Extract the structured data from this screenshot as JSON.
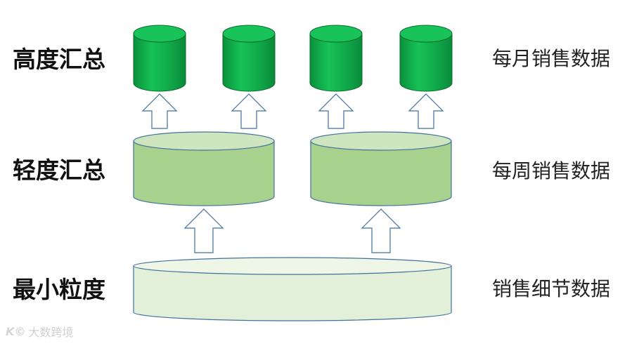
{
  "levels": [
    {
      "label": "高度汇总",
      "description": "每月销售数据"
    },
    {
      "label": "轻度汇总",
      "description": "每周销售数据"
    },
    {
      "label": "最小粒度",
      "description": "销售细节数据"
    }
  ],
  "watermark": {
    "logo": "K©",
    "text": "大数跨境"
  },
  "colors": {
    "dark_green": "#12b84f",
    "medium_green": "#a9d18e",
    "light_green": "#e2f0d9",
    "outline": "#41719c"
  }
}
